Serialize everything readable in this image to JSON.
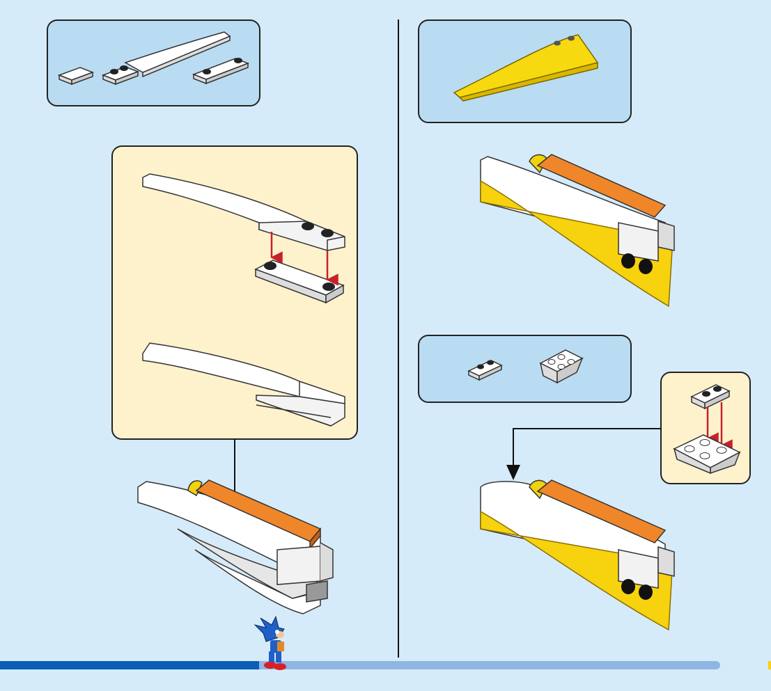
{
  "page": {
    "background": "#d6ebf9",
    "parts_box_color": "#b9dcf2",
    "subassembly_color": "#fdf2cc",
    "arrow_color": "#c8202a",
    "progress_fill_color": "#0b5db5",
    "progress_track_color": "#8fb5e3",
    "progress_fraction": 0.36
  },
  "left_panel": {
    "parts": [
      "white-tile-1x2",
      "white-plate-1x2",
      "white-curved-wing",
      "white-plate-1x4"
    ],
    "subassembly_steps": [
      "attach-plate-under-wing",
      "combined-wing"
    ],
    "result": "white-hull-with-orange-top"
  },
  "right_panel": {
    "parts": [
      "yellow-wedge-wing"
    ],
    "result_1": "yellow-hull",
    "parts_2": [
      "white-plate-1x2",
      "white-inverted-slope-2x2"
    ],
    "callout": "plate-on-inverted-slope",
    "result_2": "yellow-hull-with-nose"
  },
  "icons": {
    "mascot": "hedgehog-character-icon"
  }
}
